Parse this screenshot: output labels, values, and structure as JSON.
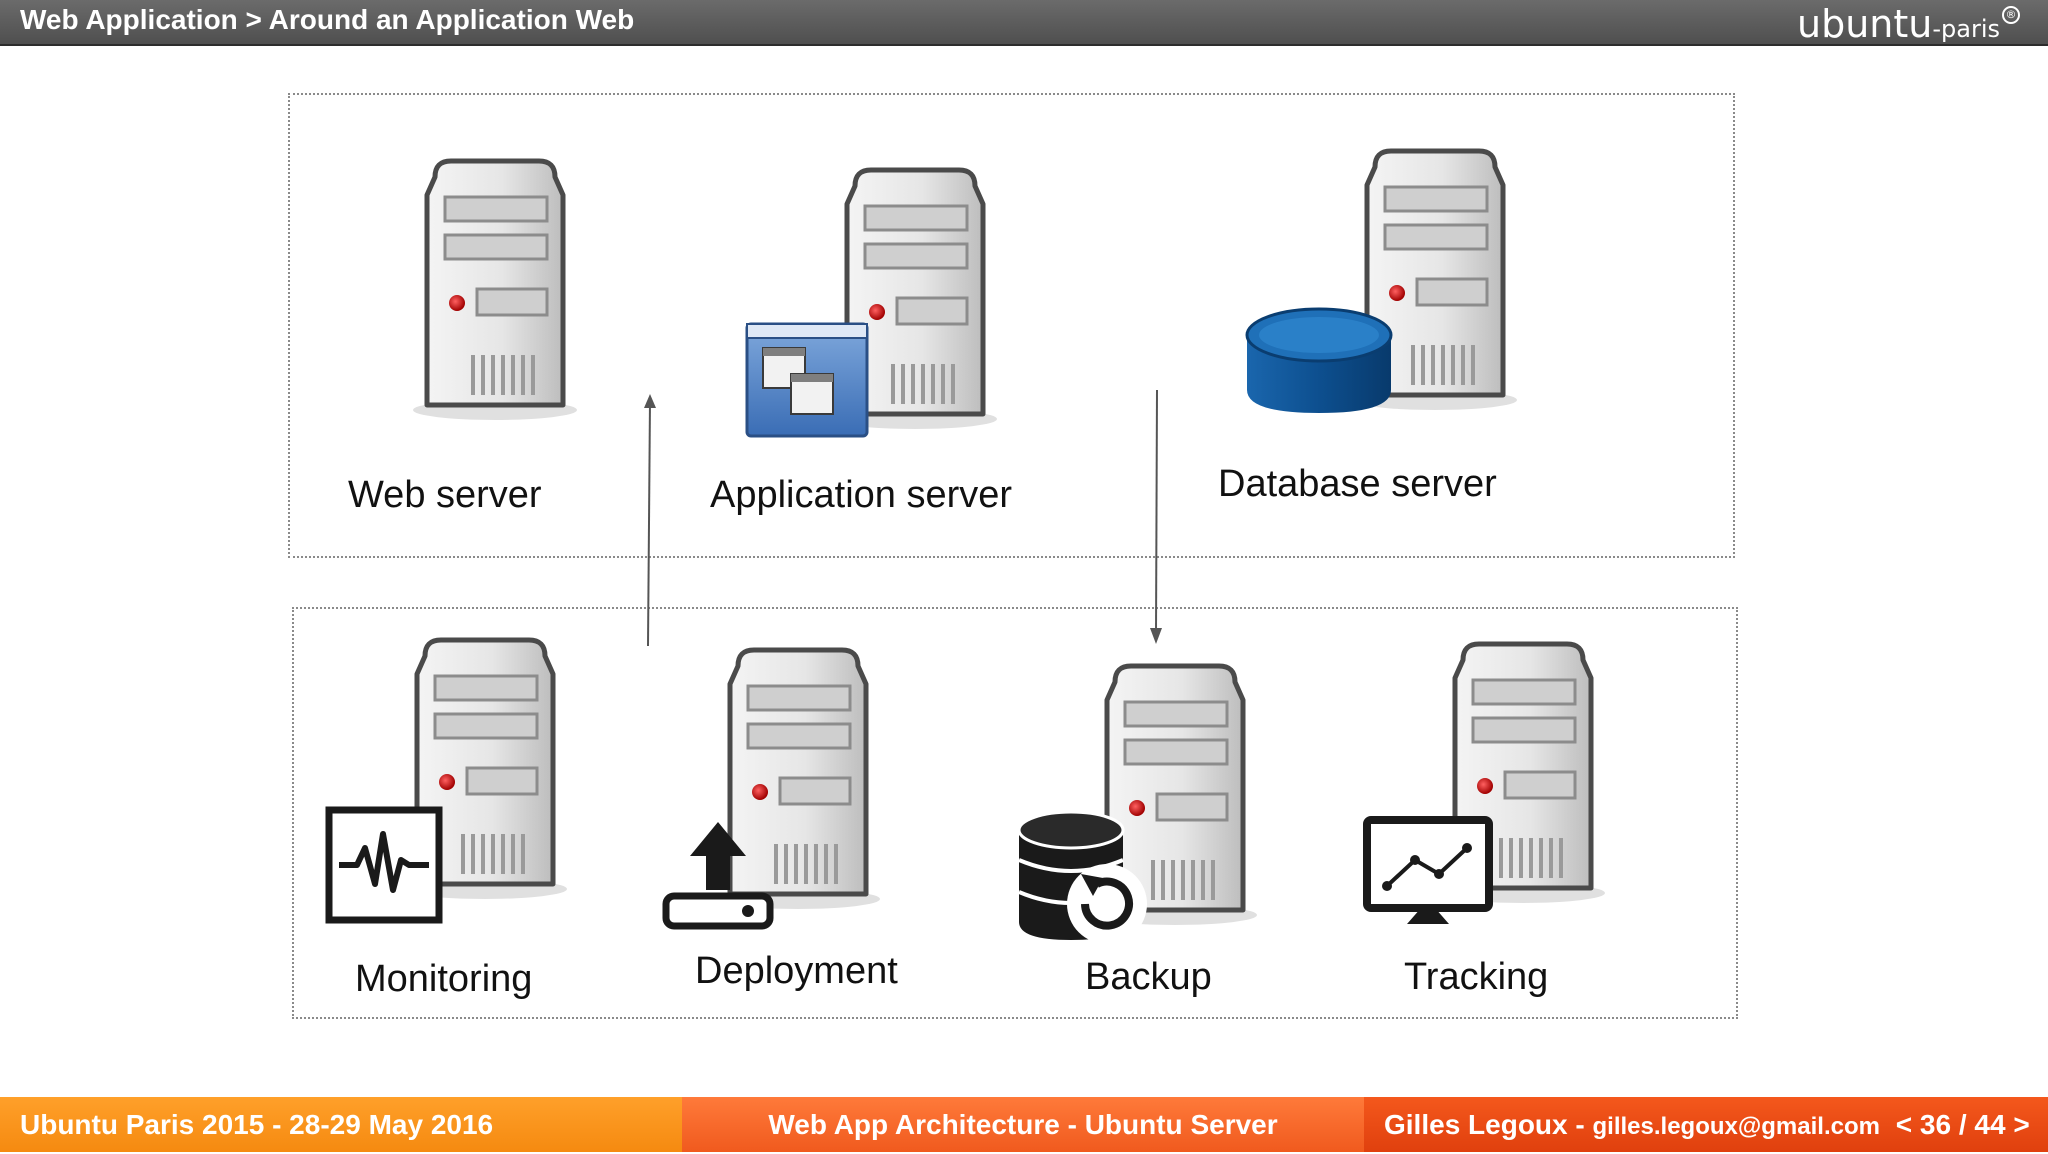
{
  "header": {
    "title": "Web Application > Around an Application Web",
    "logo_main": "ubuntu",
    "logo_sub": "-paris",
    "logo_mark": "®"
  },
  "diagram": {
    "top_group": {
      "nodes": [
        {
          "label": "Web server",
          "icon": "server-icon"
        },
        {
          "label": "Application server",
          "icon": "server-with-window-icon"
        },
        {
          "label": "Database server",
          "icon": "server-with-database-icon"
        }
      ]
    },
    "bottom_group": {
      "nodes": [
        {
          "label": "Monitoring",
          "icon": "server-with-heartbeat-monitor-icon"
        },
        {
          "label": "Deployment",
          "icon": "server-with-upload-icon"
        },
        {
          "label": "Backup",
          "icon": "server-with-database-restore-icon"
        },
        {
          "label": "Tracking",
          "icon": "server-with-chart-monitor-icon"
        }
      ]
    },
    "arrows": [
      {
        "from": "bottom_group",
        "to": "top_group",
        "direction": "up"
      },
      {
        "from": "top_group",
        "to": "bottom_group",
        "direction": "down"
      }
    ]
  },
  "footer": {
    "event": "Ubuntu Paris 2015 - 28-29 May 2016",
    "talk": "Web App Architecture - Ubuntu Server",
    "author": "Gilles Legoux",
    "separator": " - ",
    "email": "gilles.legoux@gmail.com",
    "page_current": "36",
    "page_total": "44",
    "prev_symbol": "<",
    "next_symbol": ">"
  },
  "colors": {
    "header_bg": "#5a5a5a",
    "footer_left": "#f79415",
    "footer_mid": "#f56a2a",
    "footer_right": "#e84c14",
    "database_blue": "#0b4f8a",
    "window_blue": "#4d7fc4",
    "server_red_led": "#cc1010"
  }
}
